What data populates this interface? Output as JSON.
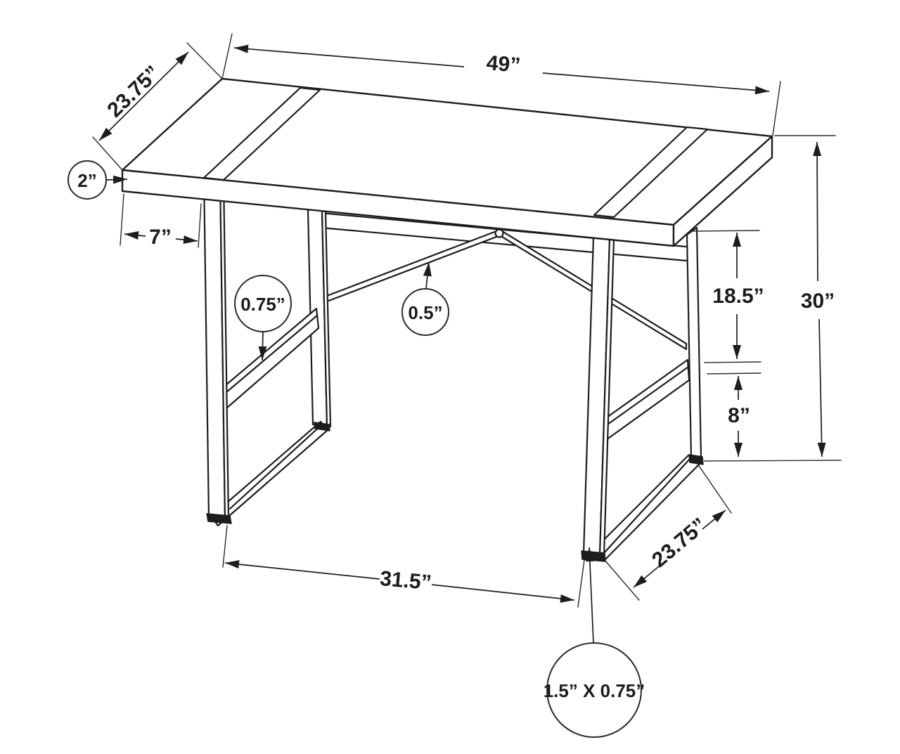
{
  "diagram": {
    "type": "furniture-dimension-drawing",
    "subject": "computer desk with metal side frames and cross braces",
    "background_color": "#ffffff",
    "line_color": "#1d1d1d",
    "labels": {
      "top_width": "49”",
      "top_depth": "23.75”",
      "top_thickness": "2”",
      "overhang": "7”",
      "shelf_thickness": "0.75”",
      "brace_thickness": "0.5”",
      "top_to_shelf": "18.5”",
      "overall_height": "30”",
      "shelf_to_floor": "8”",
      "foot_span": "31.5”",
      "base_depth": "23.75”",
      "tube_size": "1.5” X 0.75”"
    }
  }
}
